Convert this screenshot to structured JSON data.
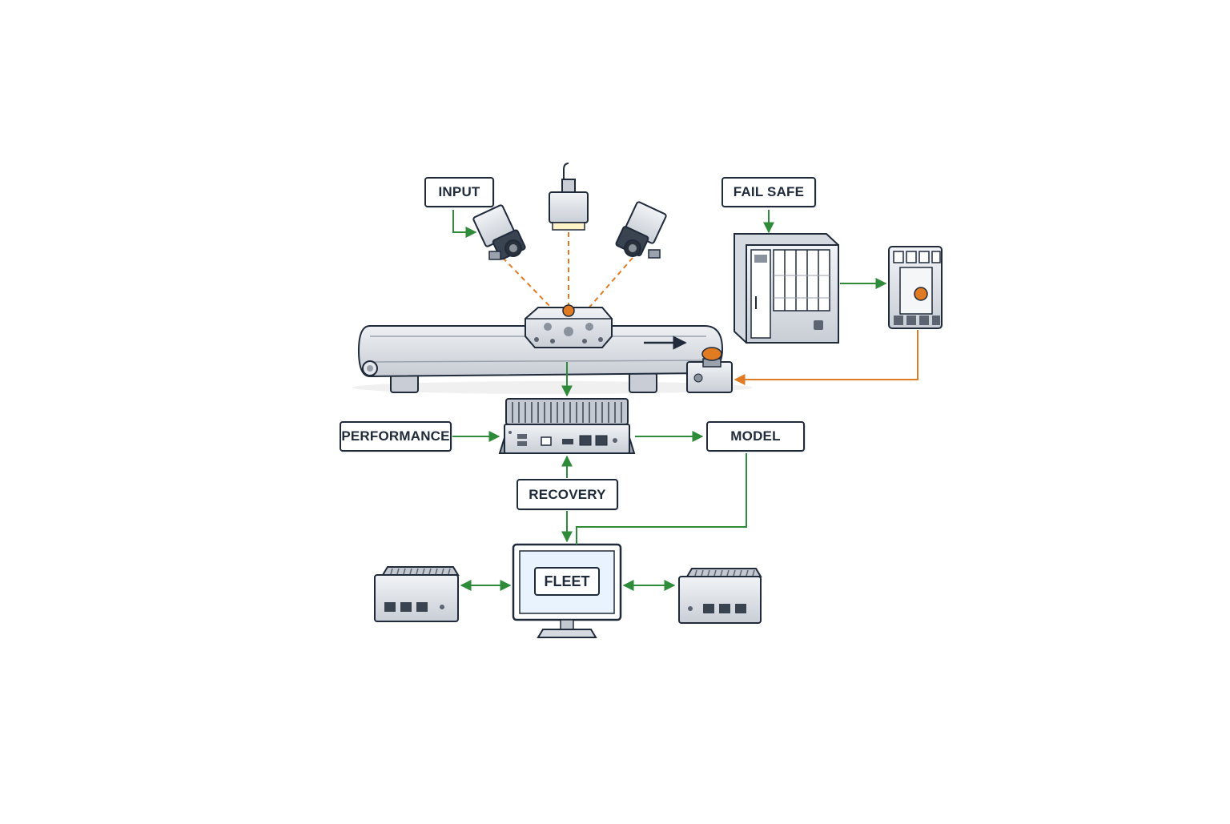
{
  "labels": {
    "input": "INPUT",
    "fail_safe": "FAIL SAFE",
    "performance": "PERFORMANCE",
    "model": "MODEL",
    "recovery": "RECOVERY",
    "fleet": "FLEET"
  },
  "colors": {
    "outline": "#1f2a3a",
    "flow_green": "#2e8b3a",
    "signal_orange": "#e07b22",
    "metal_light": "#e4e7ec",
    "metal_mid": "#c3c8d0",
    "screen": "#e8f3fd"
  },
  "icons": [
    "camera-icon",
    "overhead-light-icon",
    "machined-part-icon",
    "conveyor-icon",
    "emergency-stop-icon",
    "plc-cabinet-icon",
    "safety-relay-icon",
    "edge-computer-icon",
    "monitor-icon",
    "edge-gateway-icon"
  ]
}
